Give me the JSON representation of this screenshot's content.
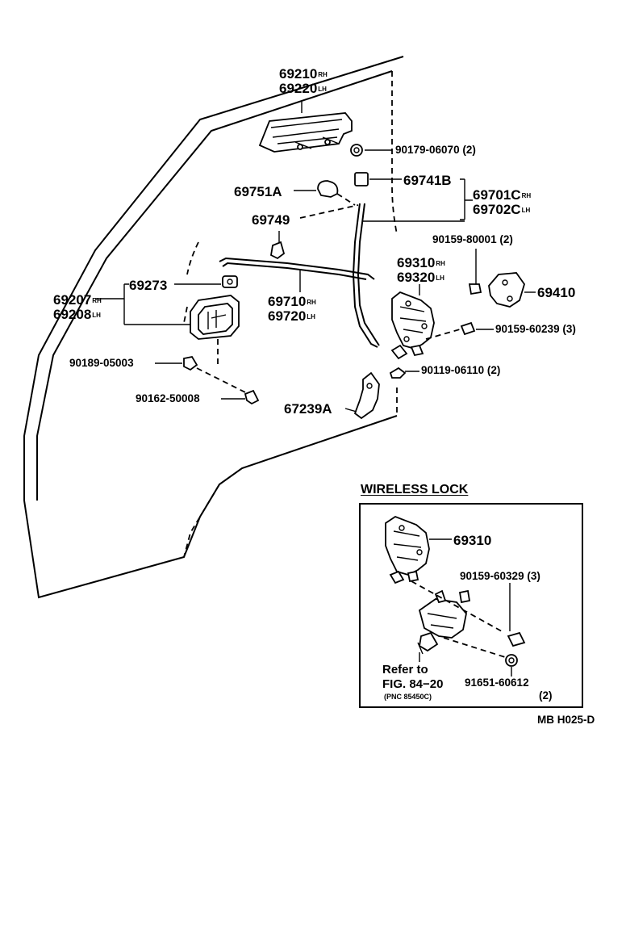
{
  "labels": {
    "p69210": "69210",
    "p69210_side": "RH",
    "p69220": "69220",
    "p69220_side": "LH",
    "p90179": "90179-06070 (2)",
    "p69741B": "69741B",
    "p69751A": "69751A",
    "p69701C": "69701C",
    "p69701C_side": "RH",
    "p69702C": "69702C",
    "p69702C_side": "LH",
    "p69749": "69749",
    "p90159a": "90159-80001 (2)",
    "p69310": "69310",
    "p69310_side": "RH",
    "p69320": "69320",
    "p69320_side": "LH",
    "p69410": "69410",
    "p69273": "69273",
    "p69207": "69207",
    "p69207_side": "RH",
    "p69208": "69208",
    "p69208_side": "LH",
    "p69710": "69710",
    "p69710_side": "RH",
    "p69720": "69720",
    "p69720_side": "LH",
    "p90159b": "90159-60239 (3)",
    "p90189": "90189-05003",
    "p90119": "90119-06110 (2)",
    "p90162": "90162-50008",
    "p67239A": "67239A"
  },
  "inset": {
    "title": "WIRELESS LOCK",
    "p69310": "69310",
    "p90159": "90159-60329 (3)",
    "refer1": "Refer to",
    "refer2": "FIG. 84−20",
    "refer3": "(PNC 85450C)",
    "p91651": "91651-60612",
    "p91651_qty": "(2)"
  },
  "figure_code": "MB H025-D"
}
